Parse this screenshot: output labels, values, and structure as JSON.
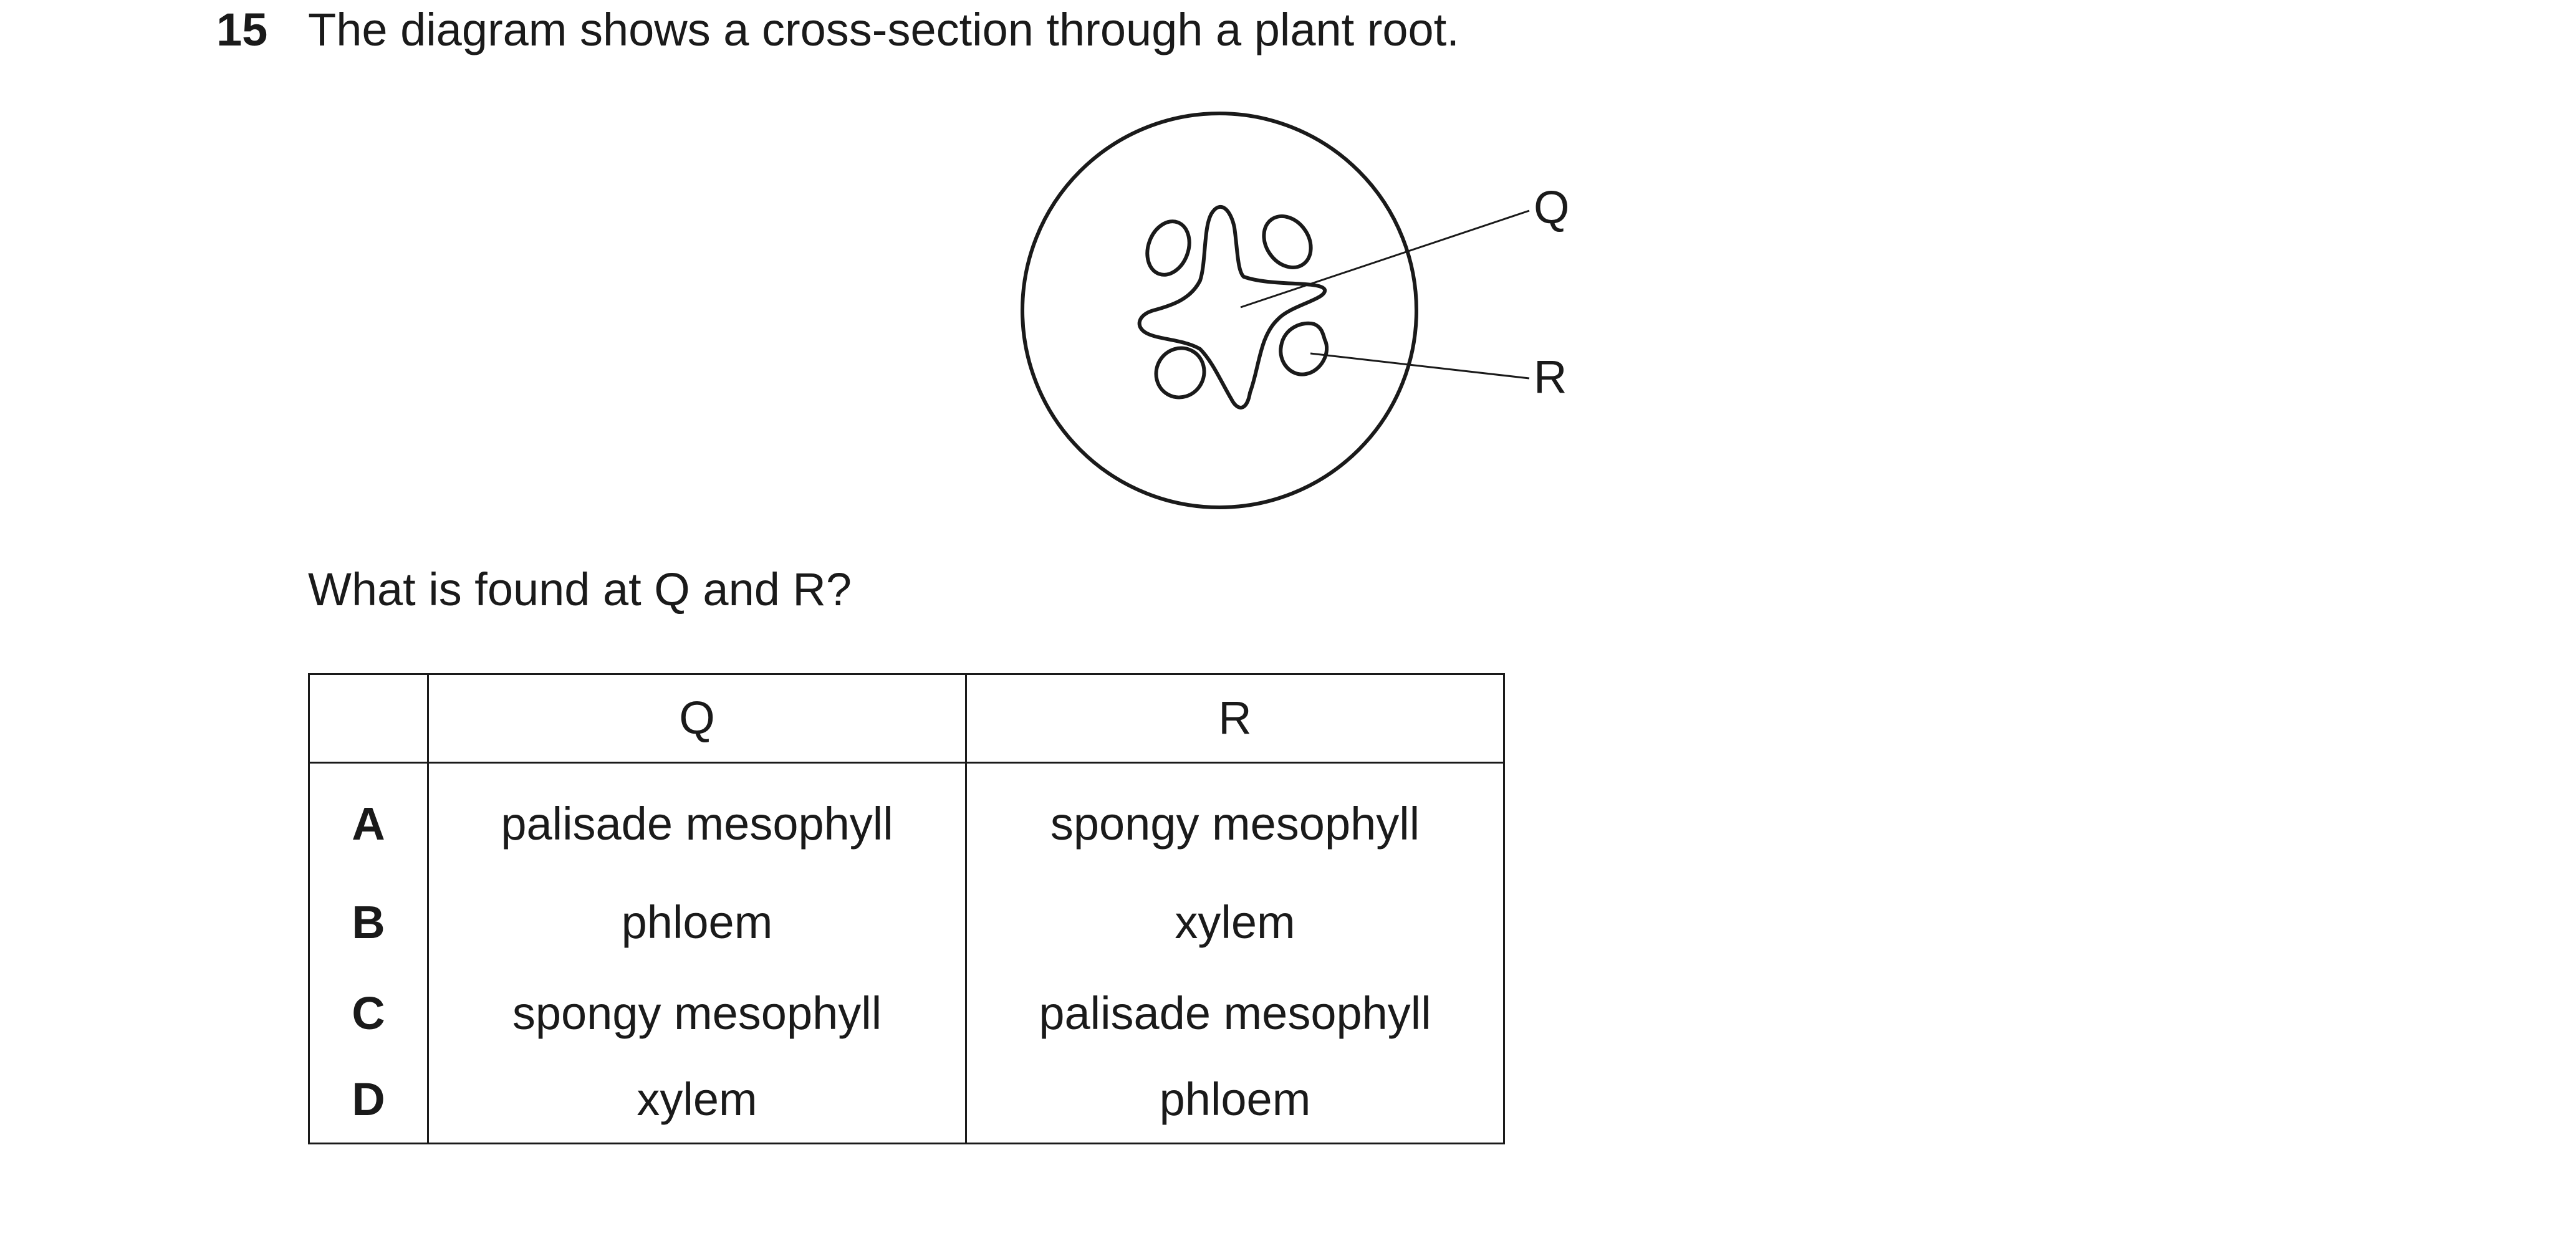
{
  "question": {
    "number": "15",
    "stem": "The diagram shows a cross-section through a plant root.",
    "prompt": "What is found at Q and R?"
  },
  "diagram": {
    "labels": {
      "q": "Q",
      "r": "R"
    }
  },
  "table": {
    "headers": [
      "",
      "Q",
      "R"
    ],
    "rows": [
      {
        "letter": "A",
        "q": "palisade mesophyll",
        "r": "spongy mesophyll"
      },
      {
        "letter": "B",
        "q": "phloem",
        "r": "xylem"
      },
      {
        "letter": "C",
        "q": "spongy mesophyll",
        "r": "palisade mesophyll"
      },
      {
        "letter": "D",
        "q": "xylem",
        "r": "phloem"
      }
    ]
  }
}
